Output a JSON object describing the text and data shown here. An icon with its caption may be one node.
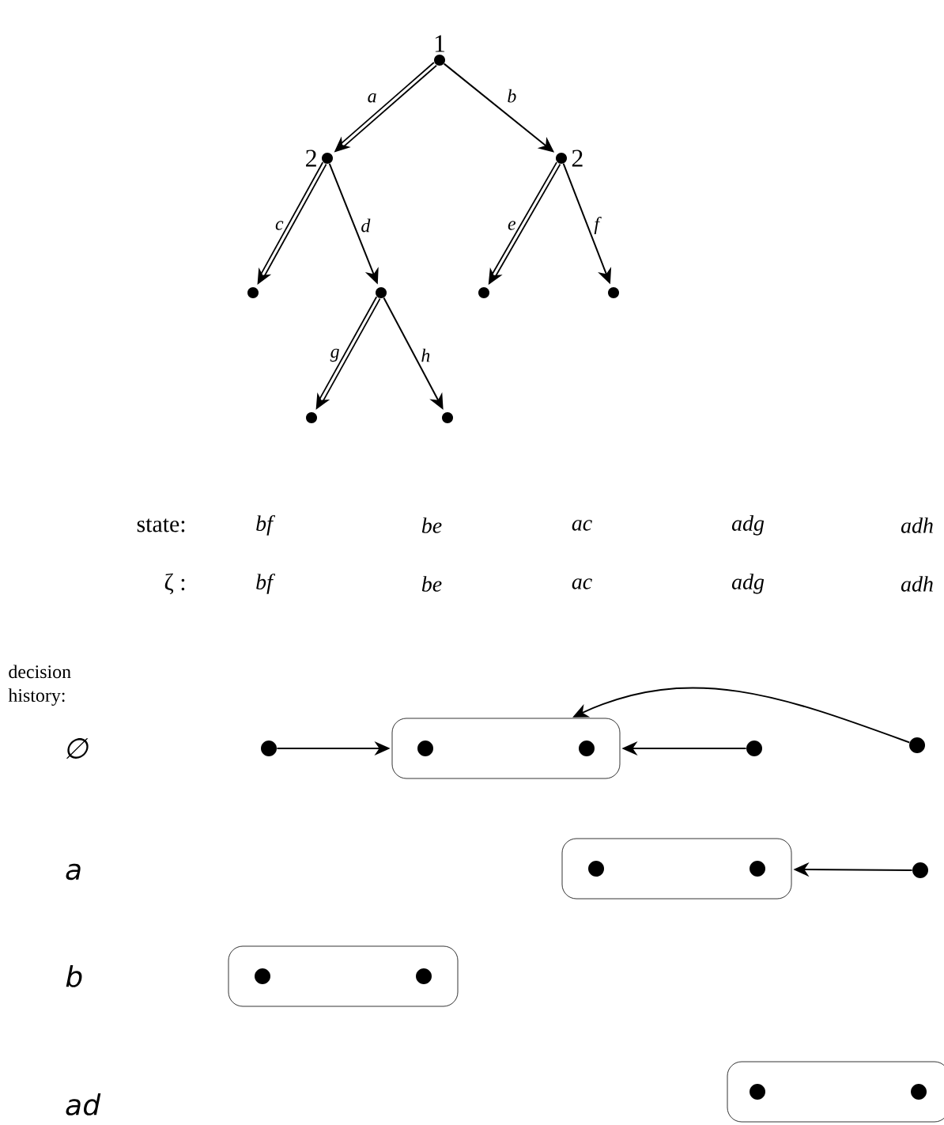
{
  "diagram": {
    "nodes": [
      {
        "text": [],
        "shape": "circle",
        "beside": [
          "1"
        ]
      },
      {
        "text": [],
        "shape": "circle",
        "beside": [
          "2"
        ]
      },
      {
        "text": [],
        "shape": "circle",
        "beside": [
          "2"
        ]
      },
      {
        "text": [],
        "shape": "circle"
      },
      {
        "text": [],
        "shape": "circle"
      },
      {
        "text": [],
        "shape": "circle"
      },
      {
        "text": [],
        "shape": "circle"
      },
      {
        "text": [],
        "shape": "circle"
      },
      {
        "text": [],
        "shape": "circle"
      },
      {
        "text": [],
        "shape": "circle"
      },
      {
        "text": [],
        "shape": "box"
      },
      {
        "text": [],
        "shape": "circle",
        "in": 10
      },
      {
        "text": [],
        "shape": "circle",
        "in": 10
      },
      {
        "text": [],
        "shape": "circle"
      },
      {
        "text": [],
        "shape": "circle"
      },
      {
        "text": [],
        "shape": "box"
      },
      {
        "text": [],
        "shape": "circle",
        "in": 15
      },
      {
        "text": [],
        "shape": "circle",
        "in": 15
      },
      {
        "text": [],
        "shape": "circle"
      },
      {
        "text": [],
        "shape": "box"
      },
      {
        "text": [],
        "shape": "circle",
        "in": 19
      },
      {
        "text": [],
        "shape": "circle",
        "in": 19
      },
      {
        "text": [],
        "shape": "box"
      },
      {
        "text": [],
        "shape": "circle",
        "in": 22
      },
      {
        "text": [],
        "shape": "circle",
        "in": 22
      }
    ],
    "edges": [
      {
        "from": 0,
        "to": 1,
        "arrow": "to",
        "label": "a",
        "style": "thick"
      },
      {
        "from": 0,
        "to": 2,
        "arrow": "to",
        "label": "b"
      },
      {
        "from": 1,
        "to": 3,
        "arrow": "to",
        "label": "c",
        "style": "thick"
      },
      {
        "from": 1,
        "to": 4,
        "arrow": "to",
        "label": "d"
      },
      {
        "from": 2,
        "to": 5,
        "arrow": "to",
        "label": "e",
        "style": "thick"
      },
      {
        "from": 2,
        "to": 6,
        "arrow": "to",
        "label": "f"
      },
      {
        "from": 4,
        "to": 7,
        "arrow": "to",
        "label": "g",
        "style": "thick"
      },
      {
        "from": 4,
        "to": 8,
        "arrow": "to",
        "label": "h"
      },
      {
        "from": 9,
        "to": 10,
        "arrow": "to"
      },
      {
        "from": 13,
        "to": 10,
        "arrow": "to"
      },
      {
        "from": 14,
        "to": 10,
        "arrow": "to"
      },
      {
        "from": 18,
        "to": 15,
        "arrow": "to"
      }
    ],
    "labels": [
      "state:",
      "bf",
      "be",
      "ac",
      "adg",
      "adh",
      "ζ :",
      "bf",
      "be",
      "ac",
      "adg",
      "adh",
      "decision history:",
      "∅",
      "a",
      "b",
      "ad"
    ]
  }
}
